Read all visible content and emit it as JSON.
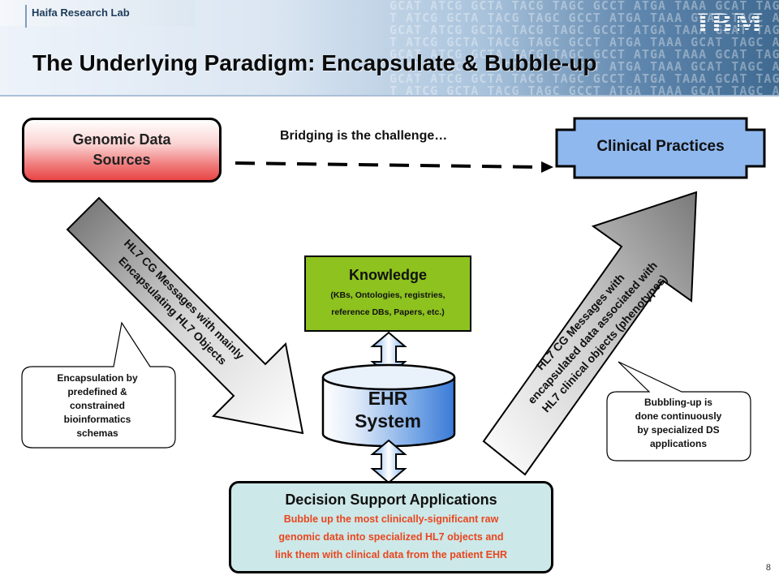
{
  "header": {
    "lab_name": "Haifa Research Lab",
    "logo": "IBM",
    "title": "The Underlying Paradigm: Encapsulate & Bubble-up",
    "background_texture": "GCAT ATCG GCTA TACG TAGC GCCT ATGA TAAA GCAT TAGC ATCG TACG GCTA ATCG TAGC GCTA TACG ATGA"
  },
  "nodes": {
    "genomic": {
      "line1": "Genomic Data",
      "line2": "Sources"
    },
    "clinical": {
      "label": "Clinical Practices"
    },
    "knowledge": {
      "title": "Knowledge",
      "sub1": "(KBs, Ontologies, registries,",
      "sub2": "reference DBs, Papers, etc.)"
    },
    "ehr": {
      "line1": "EHR",
      "line2": "System"
    },
    "decision": {
      "title": "Decision Support Applications",
      "line1": "Bubble up the most clinically-significant  raw",
      "line2": "genomic data into specialized HL7 objects and",
      "line3": "link them with clinical data from the patient EHR"
    }
  },
  "edges": {
    "bridging": "Bridging is the challenge…",
    "left_arrow": {
      "line1": "HL7 CG Messages with mainly",
      "line2": "Encapsulating HL7 Objects"
    },
    "right_arrow": {
      "line1": "HL7 CG Messages with",
      "line2": "encapsulated data associated with",
      "line3": "HL7 clinical objects (phenotypes)"
    }
  },
  "callouts": {
    "left": {
      "line1": "Encapsulation by",
      "line2": "predefined &",
      "line3": "constrained",
      "line4": "bioinformatics",
      "line5": "schemas"
    },
    "right": {
      "line1": "Bubbling-up is",
      "line2": "done continuously",
      "line3": "by specialized DS",
      "line4": "applications"
    }
  },
  "page_number": "8",
  "colors": {
    "knowledge_fill": "#8dc21f",
    "clinical_fill": "#8fb8ef",
    "decision_fill": "#cde8e8",
    "ehr_fill": "#4d8fe0",
    "decision_text": "#e8461f",
    "genomic_fill": "#f07a7a"
  }
}
